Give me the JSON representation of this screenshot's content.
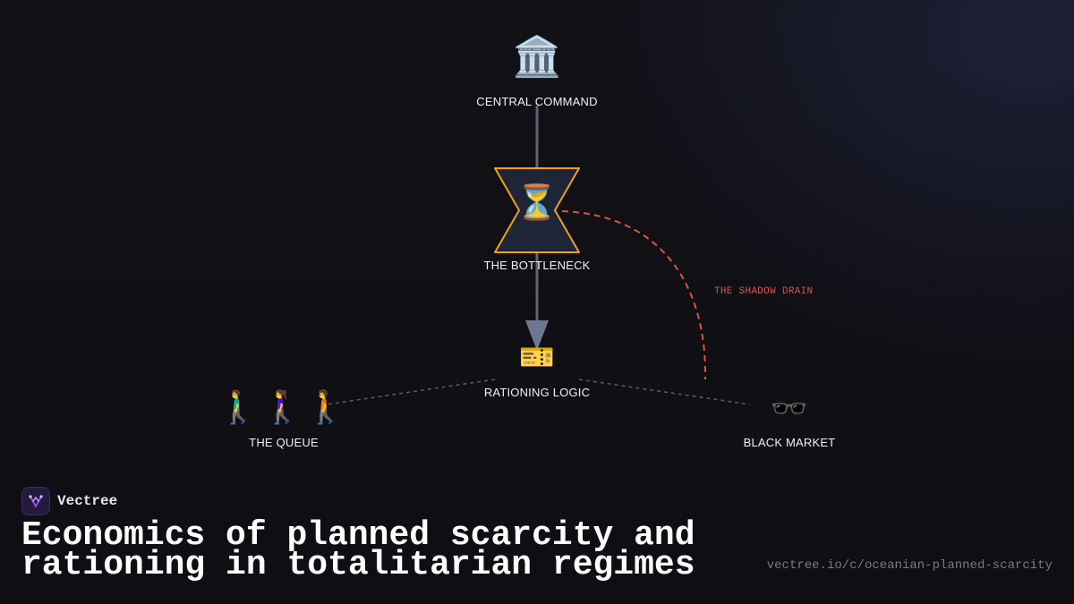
{
  "diagram": {
    "nodes": {
      "central_command": {
        "icon": "🏛️",
        "icon_name": "classical-building-icon",
        "label": "CENTRAL COMMAND"
      },
      "bottleneck": {
        "icon": "⏳",
        "icon_name": "hourglass-icon",
        "label": "THE BOTTLENECK"
      },
      "rationing_logic": {
        "icon": "🎫",
        "icon_name": "ticket-icon",
        "label": "RATIONING LOGIC"
      },
      "queue": {
        "icon": "🚶‍♂️🚶‍♀️🚶",
        "icon_name": "walking-people-icon",
        "label": "THE QUEUE"
      },
      "black_market": {
        "icon": "🕶️",
        "icon_name": "sunglasses-icon",
        "label": "BLACK MARKET"
      }
    },
    "edges": {
      "shadow_drain": {
        "label": "THE SHADOW DRAIN",
        "color": "#e0504a"
      }
    },
    "colors": {
      "main_flow": "#5a6578",
      "bottleneck_stroke": "#f0a020",
      "bottleneck_fill": "#1e2536",
      "dotted_edge": "#4f5a6b",
      "shadow_drain": "#e0504a"
    }
  },
  "brand": {
    "name": "Vectree",
    "accent": "#8a4fd8"
  },
  "footer": {
    "title": "Economics of planned scarcity and rationing in totalitarian regimes",
    "url": "vectree.io/c/oceanian-planned-scarcity"
  }
}
